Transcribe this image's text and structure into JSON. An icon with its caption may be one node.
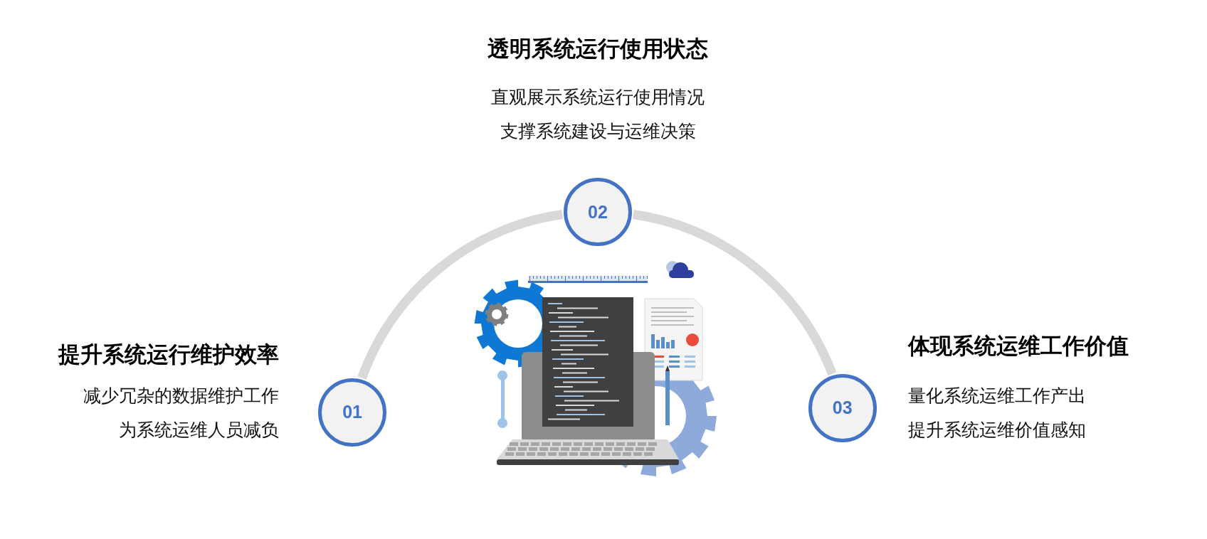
{
  "diagram": {
    "nodes": [
      {
        "text": [
          "01"
        ],
        "beside": [
          "提升系统运行维护效率",
          "减少冗杂的数据维护工作",
          "为系统运维人员减负"
        ]
      },
      {
        "text": [
          "02"
        ],
        "beside": [
          "透明系统运行使用状态",
          "直观展示系统运行使用情况",
          "支撑系统建设与运维决策"
        ]
      },
      {
        "text": [
          "03"
        ],
        "beside": [
          "体现系统运维工作价值",
          "量化系统运维工作产出",
          "提升系统运维价值感知"
        ]
      }
    ],
    "edges": [
      {
        "from": 0,
        "to": 1,
        "arrow": "none"
      },
      {
        "from": 1,
        "to": 2,
        "arrow": "none"
      }
    ]
  }
}
